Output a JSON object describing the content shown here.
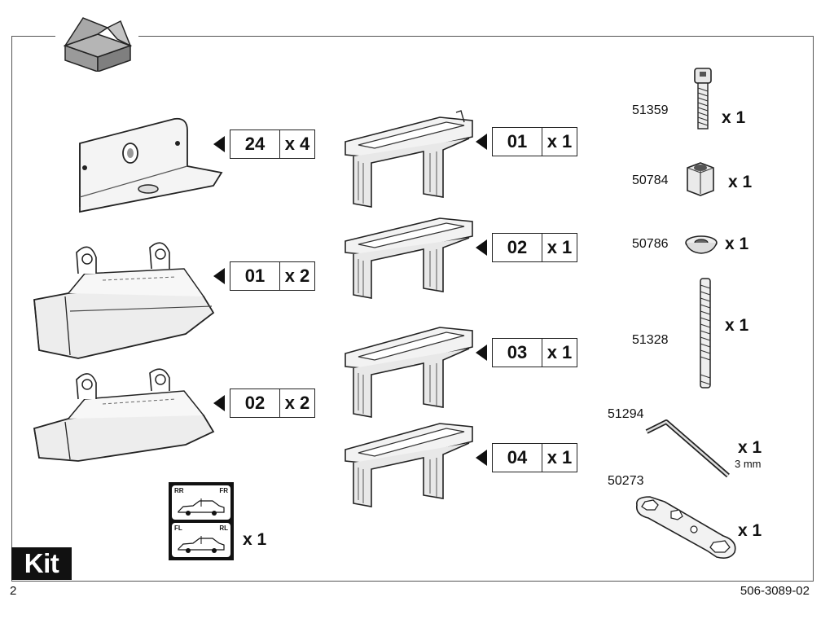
{
  "footer": {
    "kit_label": "Kit",
    "page_number": "2",
    "document_number": "506-3089-02"
  },
  "left_labels": [
    {
      "code": "24",
      "qty": "x 4"
    },
    {
      "code": "01",
      "qty": "x 2"
    },
    {
      "code": "02",
      "qty": "x 2"
    }
  ],
  "middle_labels": [
    {
      "code": "01",
      "qty": "x 1"
    },
    {
      "code": "02",
      "qty": "x 1"
    },
    {
      "code": "03",
      "qty": "x 1"
    },
    {
      "code": "04",
      "qty": "x 1"
    }
  ],
  "sticker": {
    "qty": "x 1",
    "rr": "RR",
    "fr": "FR",
    "fl": "FL",
    "rl": "RL"
  },
  "hardware": [
    {
      "part": "51359",
      "qty": "x 1"
    },
    {
      "part": "50784",
      "qty": "x 1"
    },
    {
      "part": "50786",
      "qty": "x 1"
    },
    {
      "part": "51328",
      "qty": "x 1"
    },
    {
      "part": "51294",
      "qty": "x 1",
      "note": "3 mm"
    },
    {
      "part": "50273",
      "qty": "x 1"
    }
  ]
}
